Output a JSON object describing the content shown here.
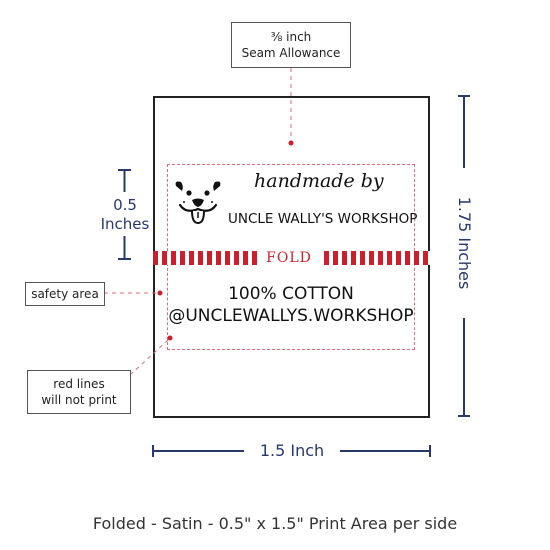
{
  "seam_callout": {
    "line1": "⅜ inch",
    "line2": "Seam Allowance"
  },
  "label": {
    "handmade": "handmade by",
    "brand": "UNCLE WALLY'S WORKSHOP",
    "fold": "FOLD",
    "material": "100% COTTON",
    "handle": "@UNCLEWALLYS.WORKSHOP",
    "logo_icon": "dog-face-icon"
  },
  "dimensions": {
    "height_value": "0.5",
    "height_unit": "Inches",
    "total_height": "1.75 Inches",
    "width": "1.5 Inch"
  },
  "callouts": {
    "safety_area": "safety area",
    "red_lines_1": "red lines",
    "red_lines_2": "will not print"
  },
  "caption": "Folded - Satin - 0.5\" x 1.5\" Print Area per side",
  "colors": {
    "navy": "#27386b",
    "red": "#cc1f2d",
    "dashed": "#e06b7a"
  }
}
